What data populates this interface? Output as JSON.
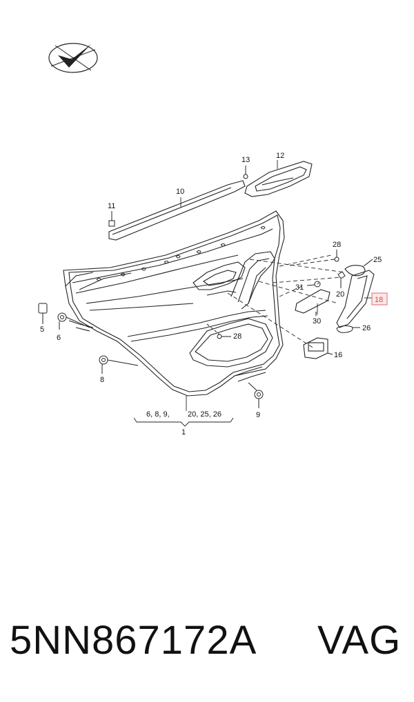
{
  "diagram": {
    "callouts": [
      {
        "id": "c13",
        "label": "13"
      },
      {
        "id": "c12",
        "label": "12"
      },
      {
        "id": "c10",
        "label": "10"
      },
      {
        "id": "c11",
        "label": "11"
      },
      {
        "id": "c28a",
        "label": "28"
      },
      {
        "id": "c25",
        "label": "25"
      },
      {
        "id": "c31",
        "label": "31"
      },
      {
        "id": "c20",
        "label": "20"
      },
      {
        "id": "c18",
        "label": "18"
      },
      {
        "id": "c30",
        "label": "30"
      },
      {
        "id": "c26",
        "label": "26"
      },
      {
        "id": "c5",
        "label": "5"
      },
      {
        "id": "c6",
        "label": "6"
      },
      {
        "id": "c28b",
        "label": "28"
      },
      {
        "id": "c16",
        "label": "16"
      },
      {
        "id": "c8",
        "label": "8"
      },
      {
        "id": "c9",
        "label": "9"
      },
      {
        "id": "c1",
        "label": "1"
      }
    ],
    "group_left": "6, 8, 9,",
    "group_right": "20, 25, 26",
    "highlighted_part": "18"
  },
  "footer": {
    "part_code": "5NN867172A",
    "brand": "VAG"
  },
  "colors": {
    "line": "#222222",
    "highlight": "#e06a6a"
  },
  "icons": {
    "logo": "checkmark-plane-logo"
  }
}
